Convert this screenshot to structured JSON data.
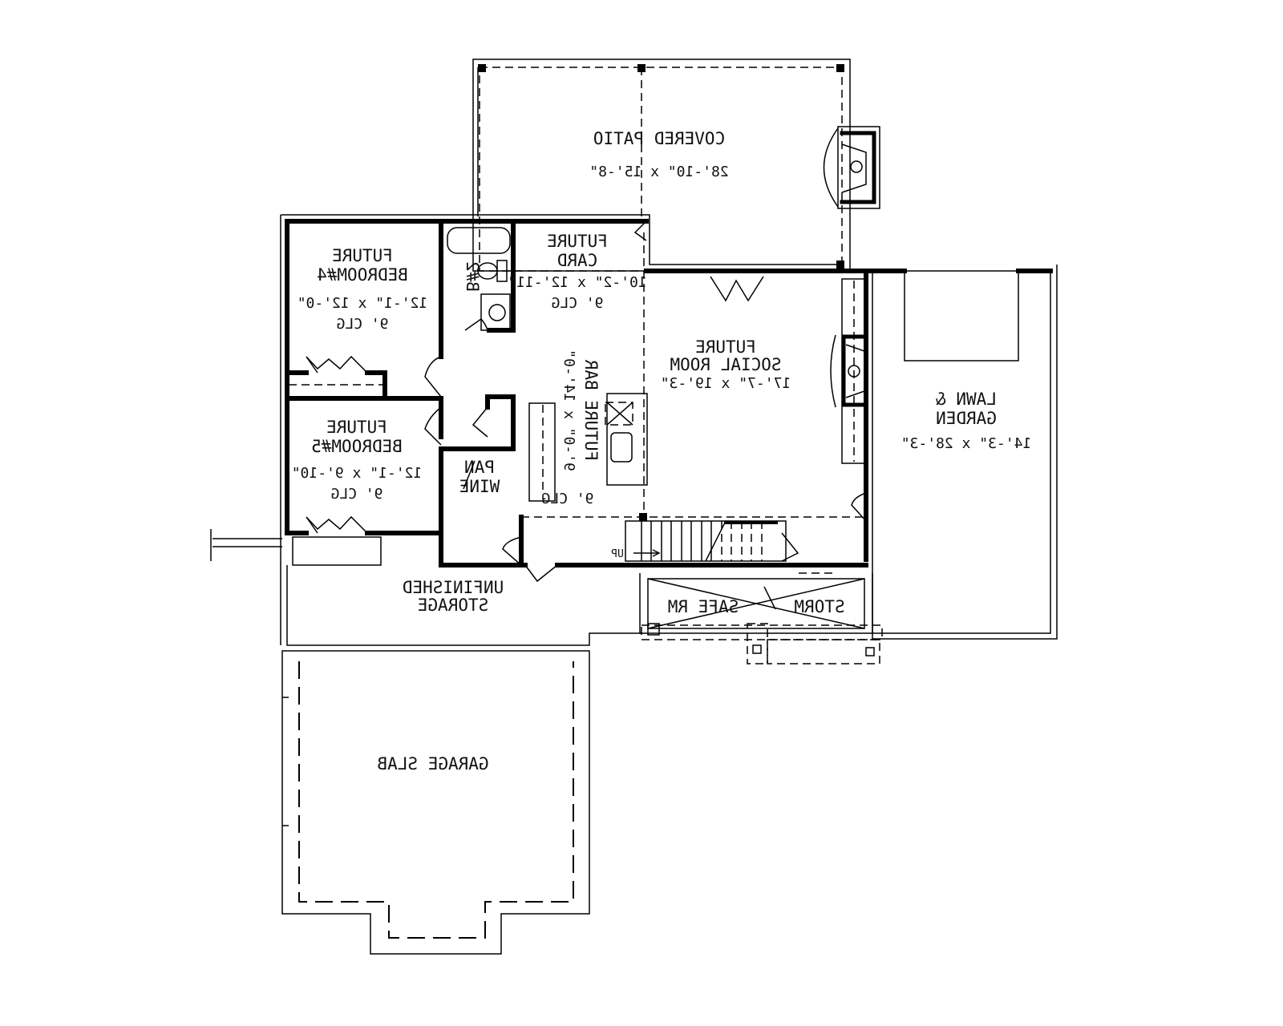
{
  "plan": {
    "text_orientation": "mirrored",
    "rooms": {
      "covered_patio": {
        "name": "COVERED PATIO",
        "size": "28'-10\" x 15'-8\""
      },
      "bedroom4": {
        "line1": "FUTURE",
        "line2": "BEDROOM#4",
        "size": "12'-1\" x 12'-0\"",
        "ceiling": "9' CLG"
      },
      "bath2": {
        "name": "B#2"
      },
      "card": {
        "line1": "FUTURE",
        "line2": "CARD",
        "size": "10'-2\" x 12'-11\"",
        "ceiling": "9' CLG"
      },
      "bar": {
        "line1": "FUTURE BAR",
        "size": "9'-0\" x 14'-0\"",
        "ceiling": "9' CLG"
      },
      "social": {
        "line1": "FUTURE",
        "line2": "SOCIAL ROOM",
        "size": "17'-7\" x 19'-3\""
      },
      "lawn": {
        "line1": "LAWN &",
        "line2": "GARDEN",
        "size": "14'-3\" x 28'-3\""
      },
      "bedroom5": {
        "line1": "FUTURE",
        "line2": "BEDROOM#5",
        "size": "12'-1\" x 9'-10\"",
        "ceiling": "9' CLG"
      },
      "pantry": {
        "line1": "PAN",
        "line2": "WINE"
      },
      "stairs": {
        "label": "UP"
      },
      "storage": {
        "line1": "UNFINISHED",
        "line2": "STORAGE"
      },
      "storm": {
        "line1": "STORM",
        "line2": "SAFE RM"
      },
      "garage": {
        "name": "GARAGE SLAB"
      }
    }
  }
}
